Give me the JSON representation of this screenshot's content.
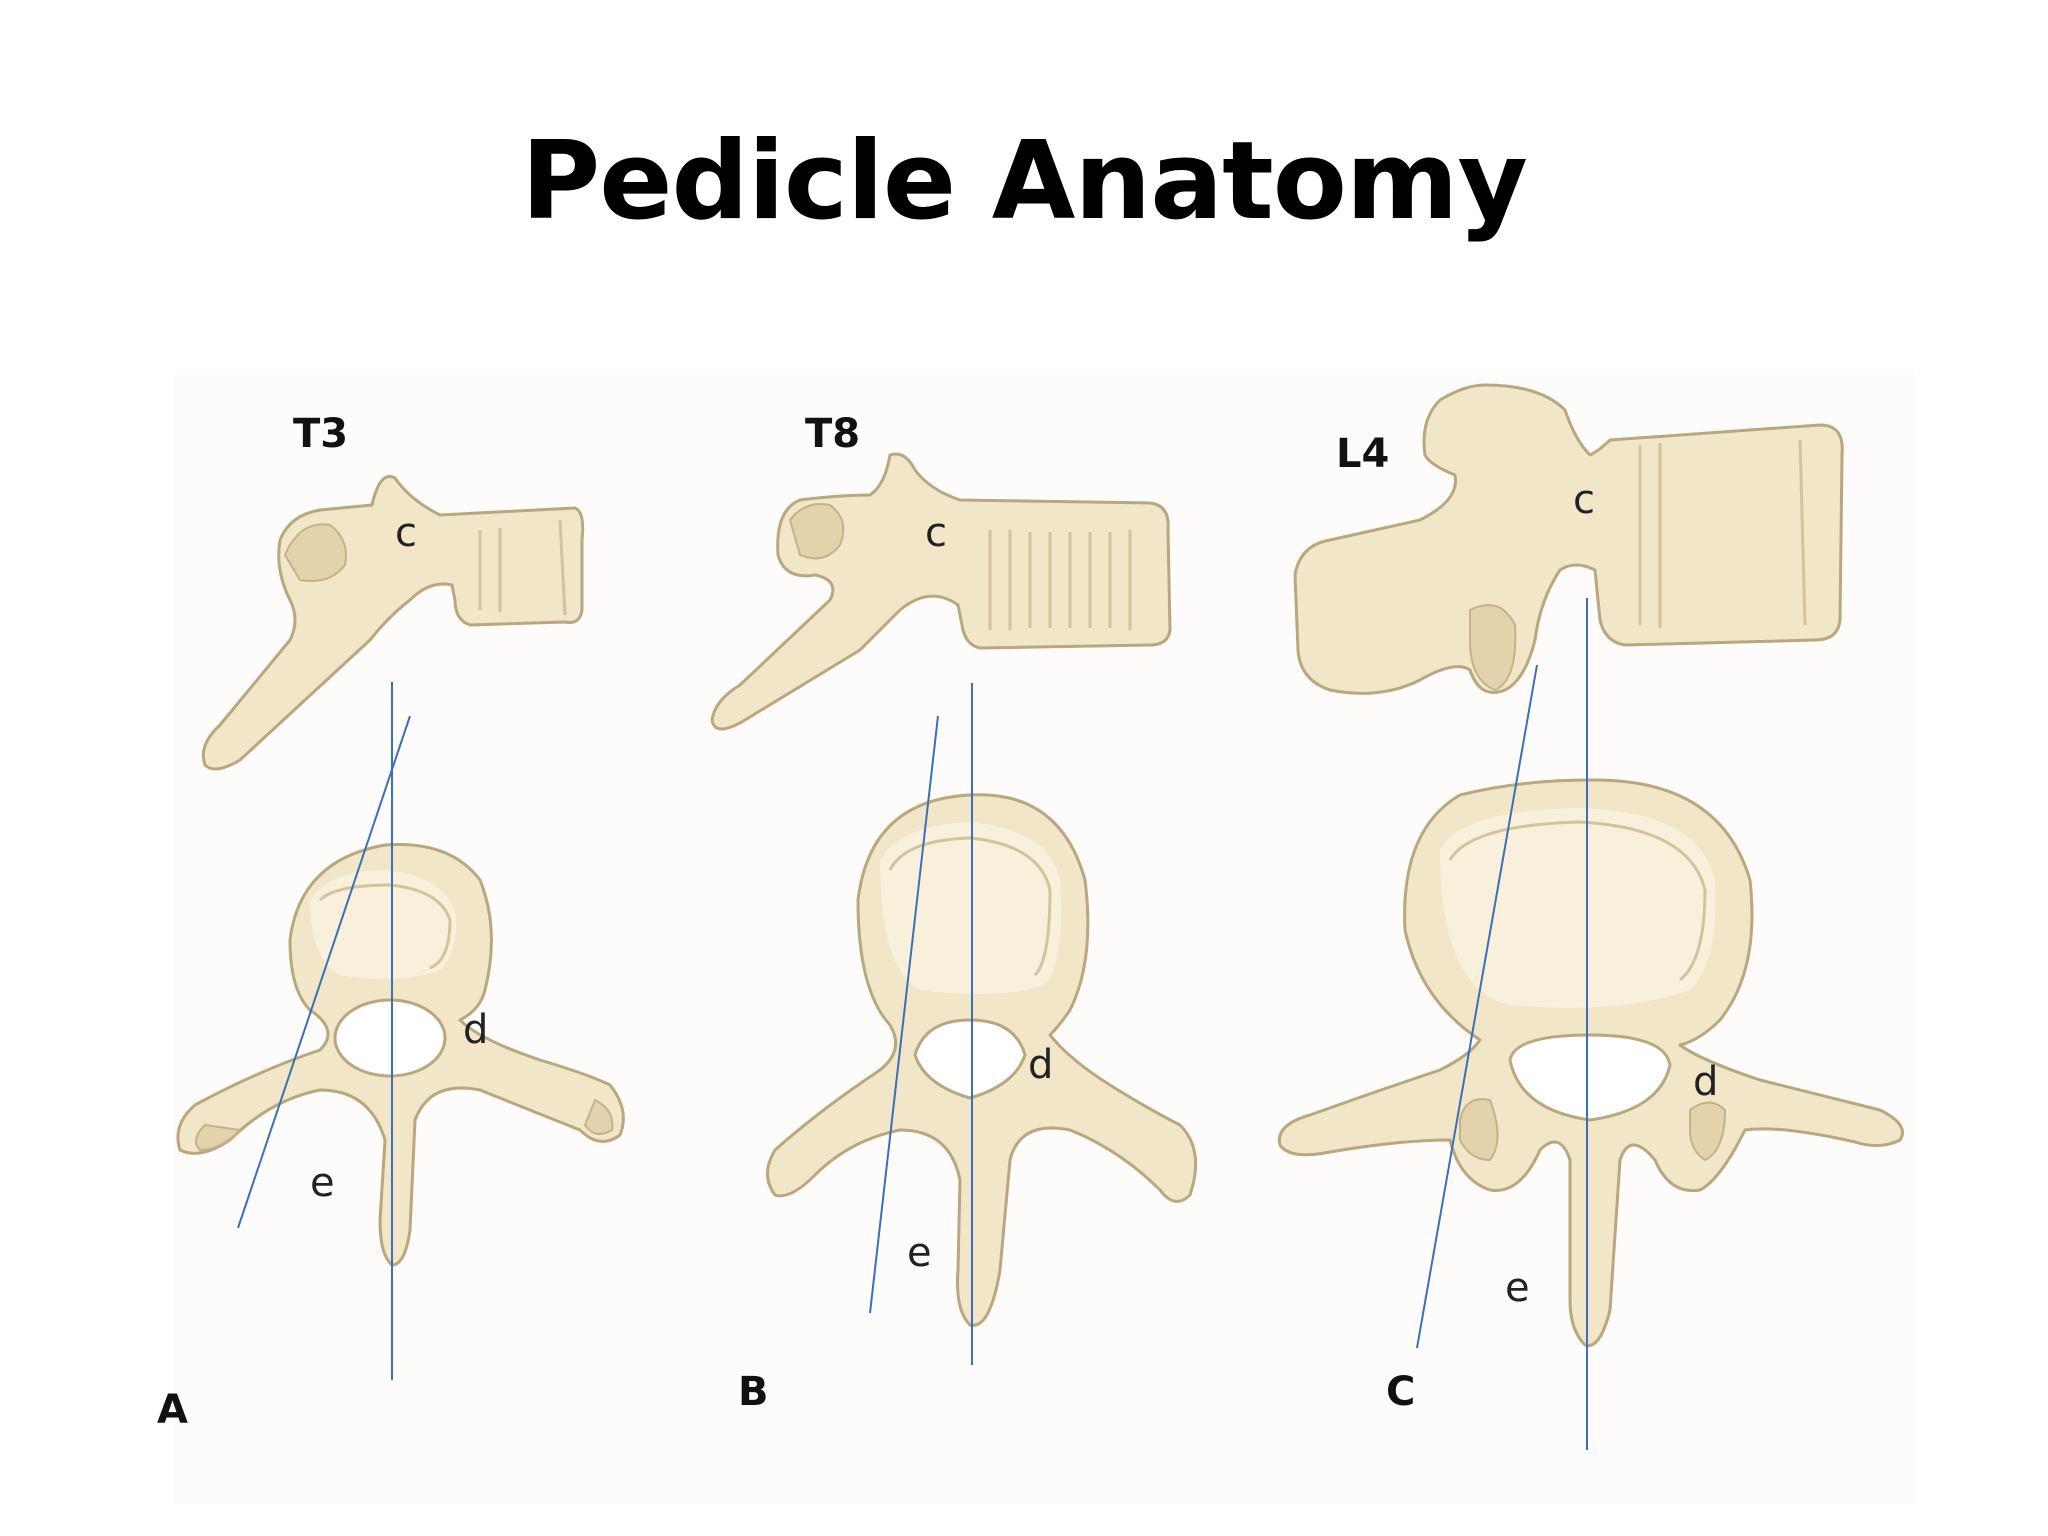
{
  "title": "Pedicle Anatomy",
  "panels": [
    {
      "letter": "A",
      "level": "T3",
      "c": "c",
      "d": "d",
      "e": "e"
    },
    {
      "letter": "B",
      "level": "T8",
      "c": "c",
      "d": "d",
      "e": "e"
    },
    {
      "letter": "C",
      "level": "L4",
      "c": "c",
      "d": "d",
      "e": "e"
    }
  ],
  "colors": {
    "bone": "#f1e6c8",
    "outline": "#b8a77f",
    "axis_line": "#3b6fb6"
  }
}
